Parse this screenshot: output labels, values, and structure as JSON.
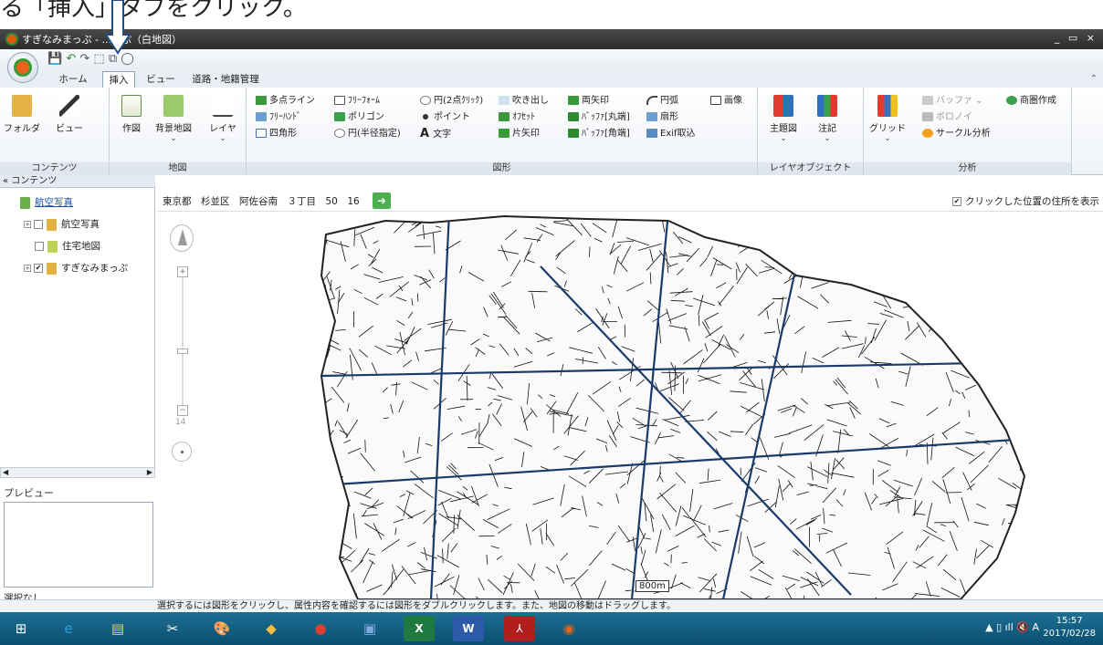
{
  "caption": {
    "text": "る「挿入」タブをクリック。"
  },
  "window": {
    "title": "すぎなみまっぷ - ...っぷ（白地図）",
    "controls": "_ ▭ ×"
  },
  "tabs": [
    {
      "label": "ホーム"
    },
    {
      "label": "挿入"
    },
    {
      "label": "ビュー"
    },
    {
      "label": "道路・地籍管理"
    }
  ],
  "ribbon": {
    "groups": {
      "contents": "コンテンツ",
      "map": "地図",
      "shapes": "図形",
      "layer_object": "レイヤオブジェクト",
      "analysis": "分析"
    },
    "contents": {
      "folder": "フォルダ",
      "view": "ビュー"
    },
    "map": {
      "draw": "作図",
      "background": "背景地図",
      "layer": "レイヤ"
    },
    "shapes_col1": [
      "多点ライン",
      "ﾌﾘｰﾊﾝﾄﾞ",
      "四角形"
    ],
    "shapes_col2": [
      "ﾌﾘｰﾌｫｰﾑ",
      "ポリゴン",
      "円(半径指定)"
    ],
    "shapes_col3": [
      "円(2点ｸﾘｯｸ)",
      "ポイント",
      "文字"
    ],
    "shapes_col4": [
      "吹き出し",
      "ｵﾌｾｯﾄ",
      "片矢印"
    ],
    "shapes_col5": [
      "両矢印",
      "ﾊﾞｯﾌｧ[丸端]",
      "ﾊﾞｯﾌｧ[角端]"
    ],
    "shapes_col6": [
      "円弧",
      "扇形",
      "Exif取込"
    ],
    "shapes_col7": [
      "画像"
    ],
    "layer_object": {
      "theme": "主題図",
      "note": "注記"
    },
    "analysis": {
      "grid": "グリッド",
      "buffer": "バッファ",
      "voronoi": "ボロノイ",
      "circle": "サークル分析",
      "trade": "商圏作成"
    }
  },
  "contents_panel": {
    "header": "コンテンツ",
    "root": "航空写真",
    "items": [
      {
        "label": "航空写真",
        "checked": false
      },
      {
        "label": "住宅地図",
        "checked": false
      },
      {
        "label": "すぎなみまっぷ",
        "checked": true
      }
    ]
  },
  "preview": {
    "header": "プレビュー",
    "selection": "選択なし"
  },
  "address": {
    "text": "東京都　杉並区　阿佐谷南　３丁目　50　16",
    "checkbox_label": "クリックした位置の住所を表示"
  },
  "map": {
    "zoom_level": "14",
    "scale_label": "800m"
  },
  "status": {
    "text": "選択するには図形をクリックし、属性内容を確認するには図形をダブルクリックします。また、地図の移動はドラッグします。"
  },
  "taskbar": {
    "time": "15:57",
    "date": "2017/02/28"
  }
}
